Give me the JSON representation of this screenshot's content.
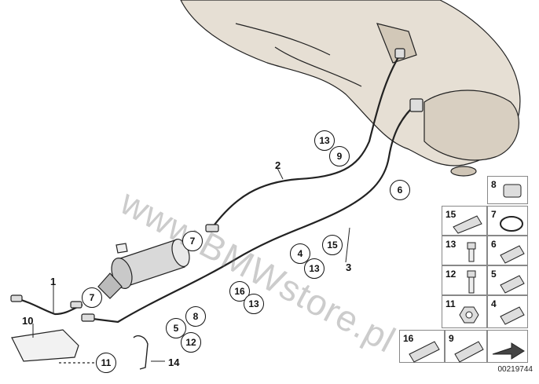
{
  "diagram": {
    "watermark": "www.BMWstore.pl",
    "reference_number": "00219744",
    "callouts_plain": [
      "1",
      "2",
      "3",
      "10",
      "14"
    ],
    "callouts_circled": [
      "13",
      "9",
      "6",
      "7",
      "15",
      "4",
      "13",
      "7",
      "16",
      "13",
      "8",
      "5",
      "12",
      "11"
    ],
    "parts_grid": {
      "cells": [
        "8",
        "15",
        "7",
        "13",
        "6",
        "12",
        "5",
        "11",
        "4",
        "16",
        "9"
      ]
    }
  }
}
